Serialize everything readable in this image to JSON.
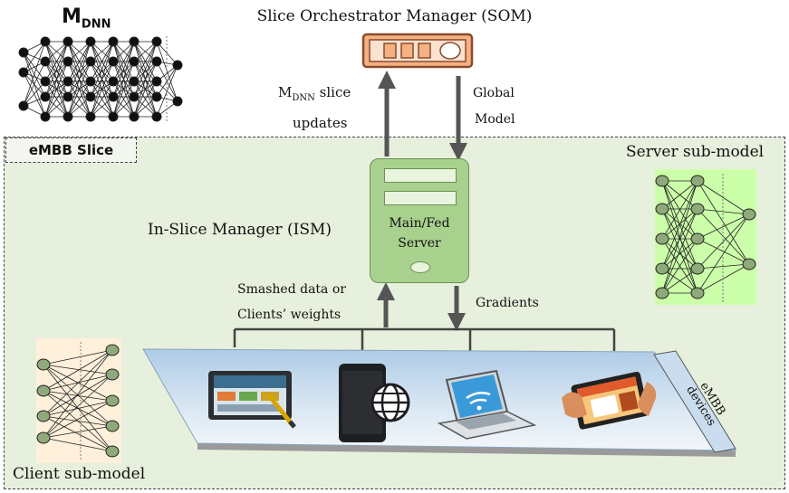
{
  "som": {
    "title": "Slice Orchestrator Manager (SOM)"
  },
  "mdnn": {
    "title_main": "M",
    "title_sub": "DNN"
  },
  "arrows": {
    "up_label_line1_main": "M",
    "up_label_line1_sub": "DNN",
    "up_label_line1_rest": " slice",
    "up_label_line2": "updates",
    "down_label_line1": "Global",
    "down_label_line2": "Model"
  },
  "slice": {
    "tag": "eMBB Slice"
  },
  "server_submodel": {
    "title": "Server sub-model"
  },
  "client_submodel": {
    "title": "Client sub-model"
  },
  "ism": {
    "title": "In-Slice Manager (ISM)"
  },
  "server": {
    "line1": "Main/Fed",
    "line2": "Server"
  },
  "uplink": {
    "line1": "Smashed data or",
    "line2": "Clients’ weights"
  },
  "downlink": {
    "label": "Gradients"
  },
  "devices": {
    "label": "eMBB devices",
    "items": [
      "tablet-icon",
      "smartphone-globe-icon",
      "laptop-wifi-icon",
      "tablet-hands-icon"
    ]
  },
  "colors": {
    "slice_bg": "#e6f0dc",
    "server_fill": "#a9d18e",
    "som_fill": "#f4b183",
    "node_fill": "#8faa7a",
    "panel_green": "#ccffaa"
  }
}
